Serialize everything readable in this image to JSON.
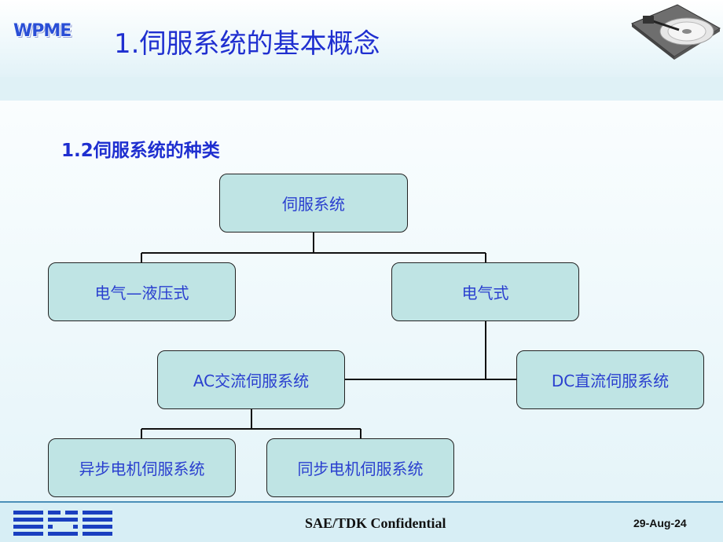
{
  "header": {
    "logo_text": "WPME",
    "title": "1.伺服系统的基本概念"
  },
  "slide": {
    "subtitle": "1.2伺服系统的种类"
  },
  "diagram": {
    "root": "伺服系统",
    "electro_hydraulic": "电气—液压式",
    "electric": "电气式",
    "ac_servo": "AC交流伺服系统",
    "dc_servo": "DC直流伺服系统",
    "async_servo": "异步电机伺服系统",
    "sync_servo": "同步电机伺服系统"
  },
  "footer": {
    "confidential": "SAE/TDK Confidential",
    "date": "29-Aug-24",
    "company_logo": "SAE"
  }
}
